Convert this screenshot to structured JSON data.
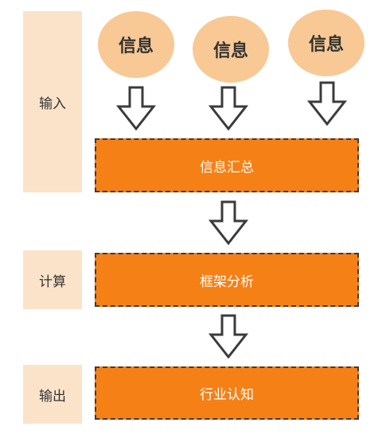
{
  "stages": {
    "input": "输入",
    "compute": "计算",
    "output": "输出"
  },
  "sources": [
    "信息",
    "信息",
    "信息"
  ],
  "steps": {
    "summary": "信息汇总",
    "analysis": "框架分析",
    "insight": "行业认知"
  },
  "colors": {
    "stage_bg": "#fbe3ca",
    "bubble": "#f8c995",
    "box": "#f58016",
    "box_text": "#ffffff",
    "border": "#3b3b3b"
  }
}
